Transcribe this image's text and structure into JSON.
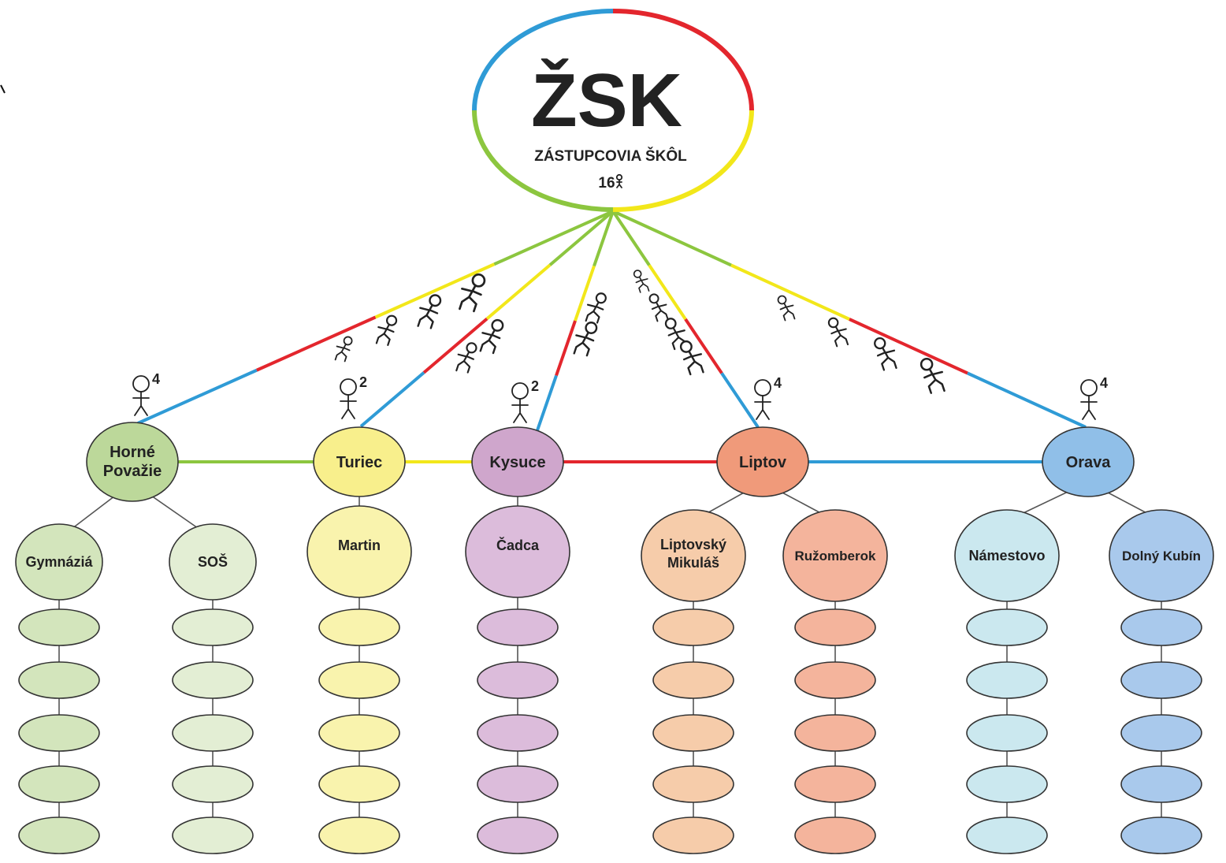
{
  "root": {
    "title": "ŽSK",
    "subtitle": "ZÁSTUPCOVIA ŠKÔL",
    "count": "16"
  },
  "regions": [
    {
      "name": "Horné\nPovažie",
      "count": "4",
      "fill": "#bcd89a",
      "line_color": "#2f9bd6",
      "schools": [
        {
          "label": "Gymnáziá",
          "fill": "#d3e5bc"
        },
        {
          "label": "SOŠ",
          "fill": "#e3eed4"
        }
      ]
    },
    {
      "name": "Turiec",
      "count": "2",
      "fill": "#f8ef8c",
      "line_color": "#2f9bd6",
      "schools": [
        {
          "label": "Martin",
          "fill": "#f9f3ad"
        }
      ]
    },
    {
      "name": "Kysuce",
      "count": "2",
      "fill": "#cfa6cc",
      "line_color": "#2f9bd6",
      "schools": [
        {
          "label": "Čadca",
          "fill": "#dcbcdb"
        }
      ]
    },
    {
      "name": "Liptov",
      "count": "4",
      "fill": "#f09a7a",
      "line_color": "#2f9bd6",
      "schools": [
        {
          "label": "Liptovský\nMikuláš",
          "fill": "#f6ccaa"
        },
        {
          "label": "Ružomberok",
          "fill": "#f4b49c"
        }
      ]
    },
    {
      "name": "Orava",
      "count": "4",
      "fill": "#90bfe8",
      "line_color": "#2f9bd6",
      "schools": [
        {
          "label": "Námestovo",
          "fill": "#cbe8ef"
        },
        {
          "label": "Dolný Kubín",
          "fill": "#a9c9ec"
        }
      ]
    }
  ],
  "colors": {
    "blue": "#2f9bd6",
    "red": "#e3262d",
    "yellow": "#f2e71a",
    "green": "#8cc63f"
  },
  "region_links": [
    "green",
    "yellow",
    "red",
    "blue"
  ],
  "icons": [
    "person-icon",
    "running-person-icon"
  ]
}
